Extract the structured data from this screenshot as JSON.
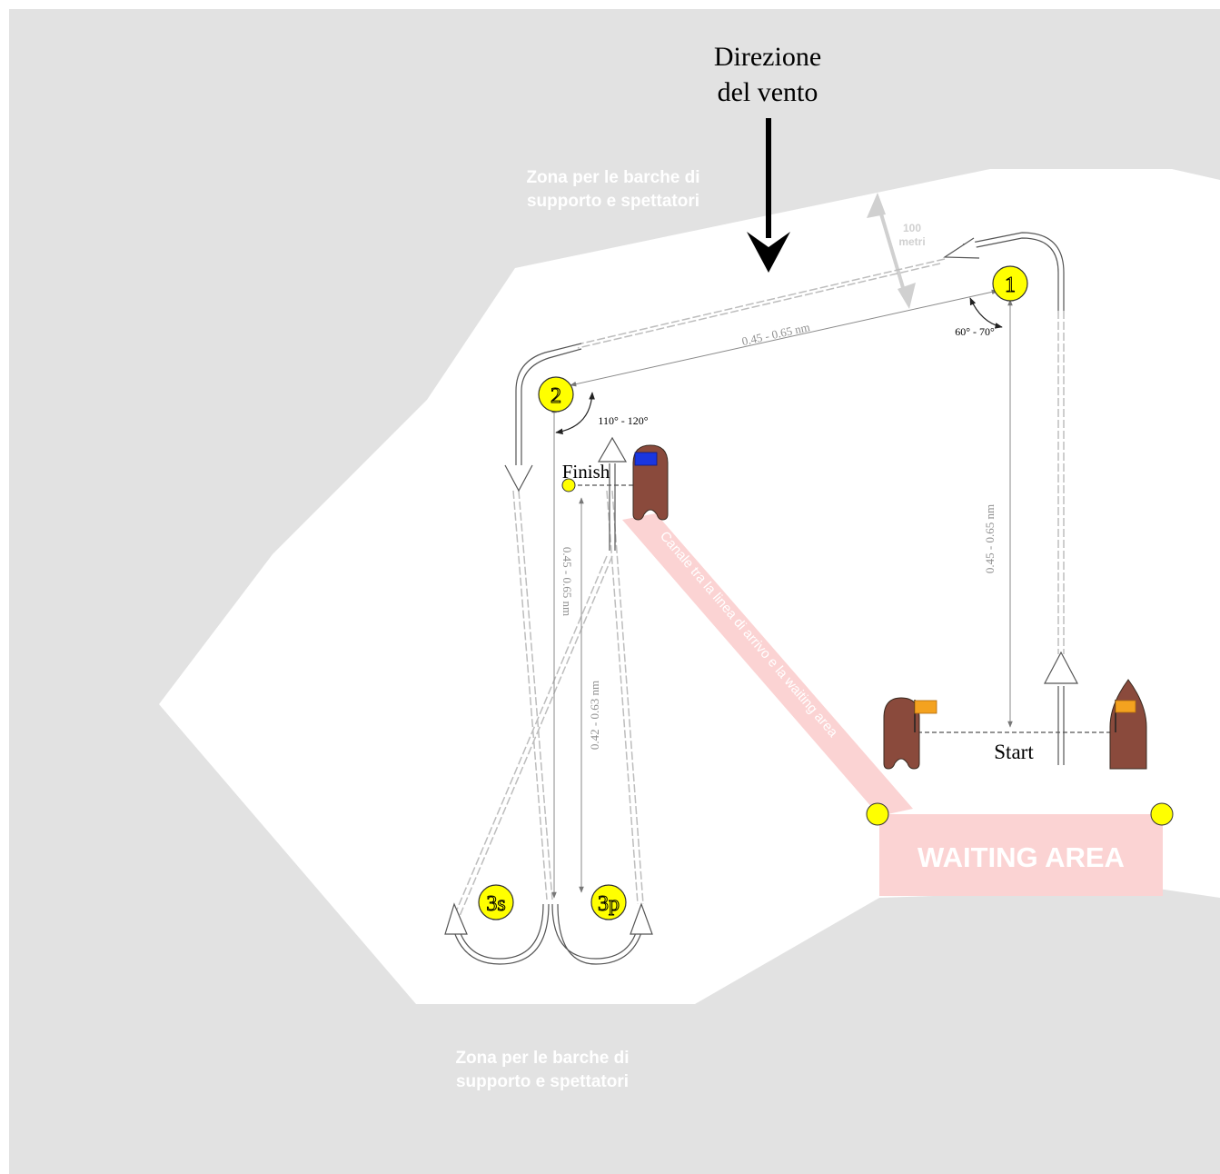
{
  "wind": {
    "line1": "Direzione",
    "line2": "del vento"
  },
  "zones": {
    "top": {
      "line1": "Zona per le barche di",
      "line2": "supporto e spettatori"
    },
    "bottom": {
      "line1": "Zona per le barche di",
      "line2": "supporto e spettatori"
    }
  },
  "buffer": {
    "line1": "100",
    "line2": "metri"
  },
  "marks": {
    "m1": "1",
    "m2": "2",
    "m3s": "3s",
    "m3p": "3p"
  },
  "angles": {
    "at_mark1": "60° - 70°",
    "at_mark2": "110° - 120°"
  },
  "distances": {
    "leg_1_2": "0.45 - 0.65 nm",
    "leg_start_1": "0.45 - 0.65 nm",
    "leg_2_3": "0.45 - 0.65 nm",
    "leg_finish_3": "0.42 - 0.63 nm"
  },
  "lines": {
    "start": "Start",
    "finish": "Finish"
  },
  "channel": "Canale tra la linea di arrivo e la waiting area",
  "waiting_area": "WAITING AREA",
  "colors": {
    "sea": "#ffffff",
    "land": "#e2e2e2",
    "mark": "#ffff00",
    "boat": "#8a4a3c",
    "flag_start": "#f4a21f",
    "flag_finish": "#1a36e0",
    "waiting": "#fbd3d3"
  }
}
